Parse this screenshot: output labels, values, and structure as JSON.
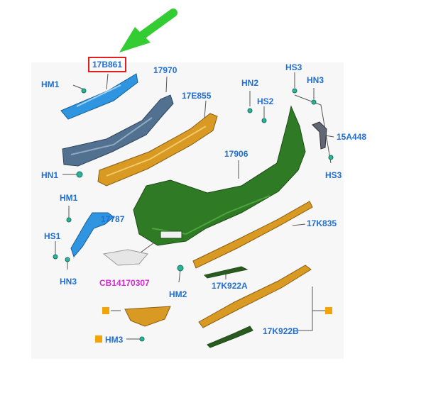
{
  "diagram": {
    "highlighted_part": "17B861",
    "labels": {
      "p17B861": "17B861",
      "p17970": "17970",
      "p17E855": "17E855",
      "p17906": "17906",
      "p15A448": "15A448",
      "p17787": "17787",
      "pCB14170307": "CB14170307",
      "p17K835": "17K835",
      "p17K922A": "17K922A",
      "p17K922B": "17K922B",
      "hm1_top": "HM1",
      "hm1_left": "HM1",
      "hn1": "HN1",
      "hn2": "HN2",
      "hs2": "HS2",
      "hs3_top": "HS3",
      "hn3_top": "HN3",
      "hs3_right": "HS3",
      "hs1": "HS1",
      "hn3_left": "HN3",
      "hm2": "HM2",
      "hm3": "HM3"
    },
    "colors": {
      "label_blue": "#1f6fd6",
      "label_magenta": "#d62bd6",
      "arrow_green": "#33cc33",
      "callout_red": "#e02020",
      "bumper_green": "#2f7a24",
      "reinforcement_orange": "#d89a22",
      "bracket_blue": "#2f95e0",
      "beam_steel": "#52708f",
      "marker_orange": "#f4a300"
    }
  }
}
